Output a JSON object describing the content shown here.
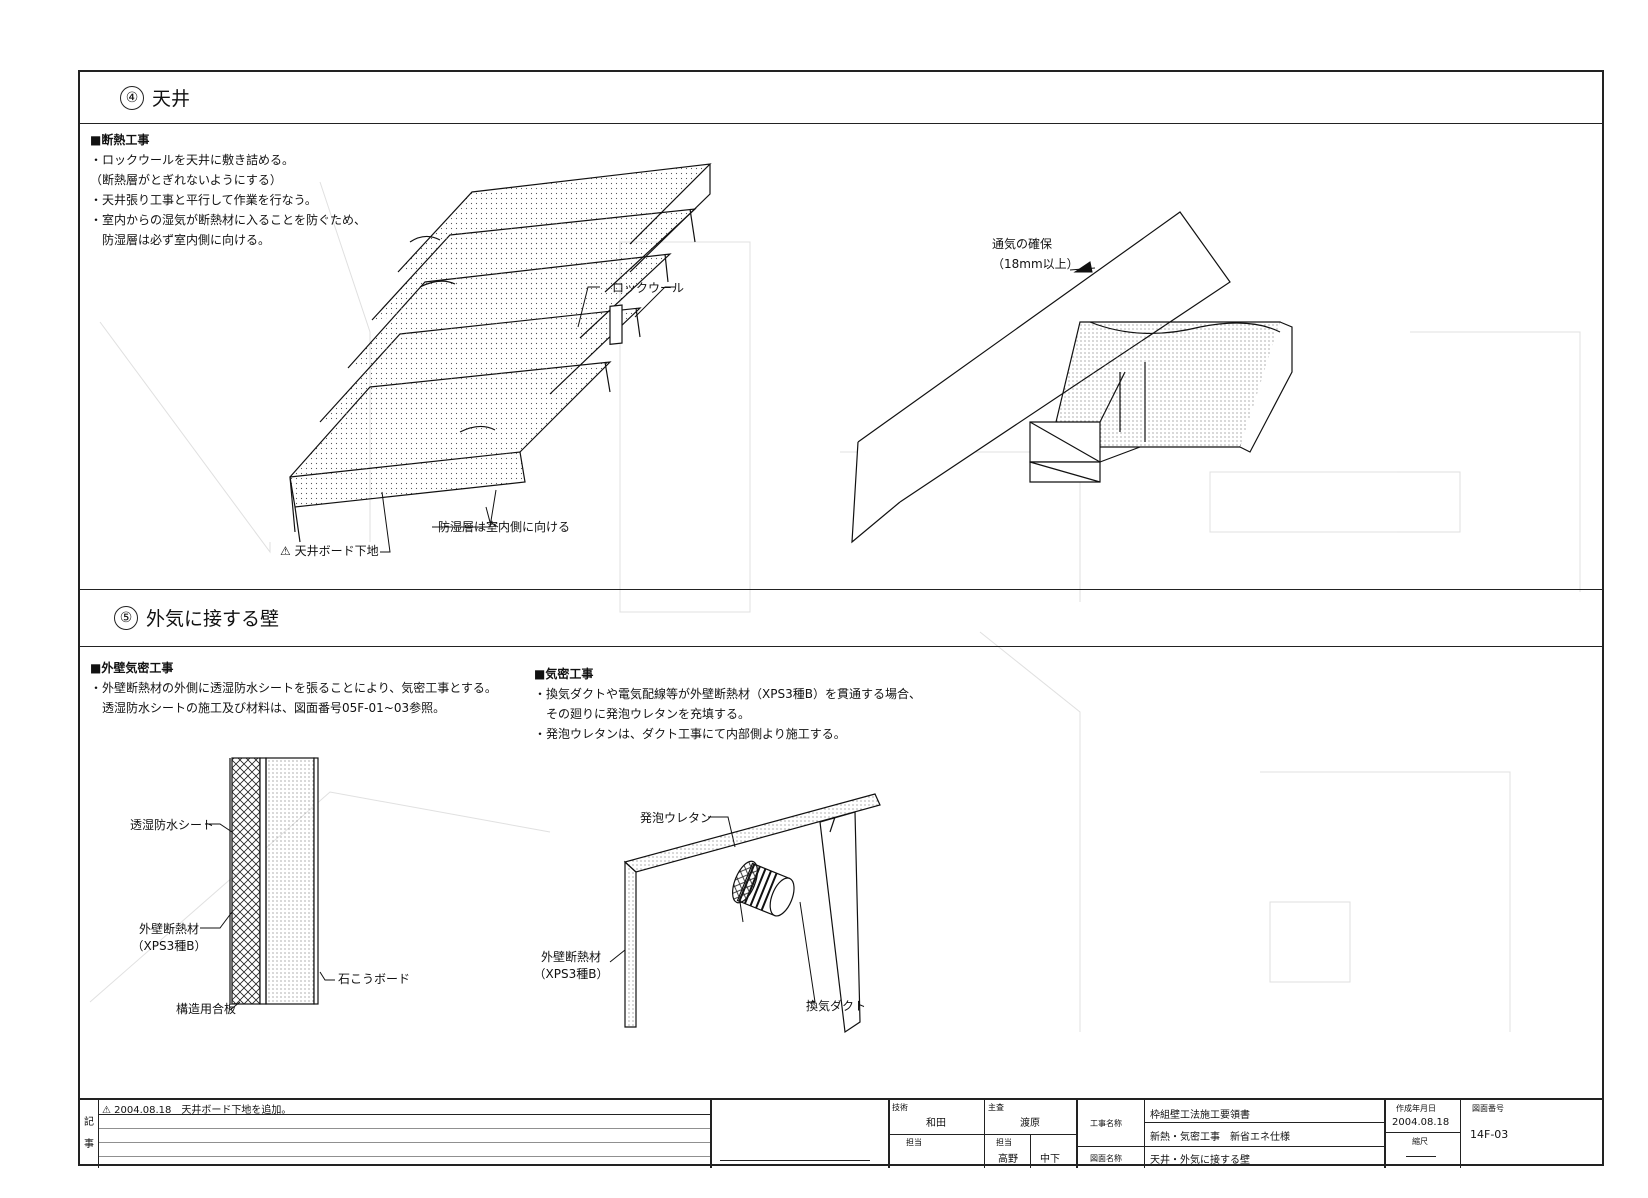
{
  "sections": {
    "ceiling": {
      "number": "④",
      "title": "天井",
      "heading": "■断熱工事",
      "notes": [
        "・ロックウールを天井に敷き詰める。",
        "（断熱層がとぎれないようにする）",
        "・天井張り工事と平行して作業を行なう。",
        "・室内からの湿気が断熱材に入ることを防ぐため、",
        "　防湿層は必ず室内側に向ける。"
      ],
      "labels": {
        "rockwool": "ロックウール",
        "vapor_barrier": "防湿層は室内側に向ける",
        "ceiling_board_base": "天井ボード下地",
        "ventilation_1": "通気の確保",
        "ventilation_2": "（18mm以上）"
      },
      "revision_mark": "⚠"
    },
    "exterior_wall": {
      "number": "⑤",
      "title": "外気に接する壁",
      "heading_left": "■外壁気密工事",
      "notes_left": [
        "・外壁断熱材の外側に透湿防水シートを張ることにより、気密工事とする。",
        "　透湿防水シートの施工及び材料は、図面番号05F-01~03参照。"
      ],
      "heading_right": "■気密工事",
      "notes_right": [
        "・換気ダクトや電気配線等が外壁断熱材（XPS3種B）を貫通する場合、",
        "　その廻りに発泡ウレタンを充填する。",
        "・発泡ウレタンは、ダクト工事にて内部側より施工する。"
      ],
      "labels": {
        "breathable_sheet": "透湿防水シート",
        "wall_insulation_1": "外壁断熱材",
        "wall_insulation_2": "（XPS3種B）",
        "gypsum_board": "石こうボード",
        "structural_plywood": "構造用合板",
        "foam_urethane": "発泡ウレタン",
        "wall_insulation_r1": "外壁断熱材",
        "wall_insulation_r2": "（XPS3種B）",
        "vent_duct": "換気ダクト"
      }
    }
  },
  "title_block": {
    "revision_label_1": "記",
    "revision_label_2": "事",
    "revision_entry": "⚠ 2004.08.18　天井ボード下地を追加。",
    "role_1": "技術",
    "person_1": "和田",
    "role_2": "主査",
    "person_2": "渡原",
    "role_3": "担当",
    "role_4": "担当",
    "person_3": "高野",
    "person_4": "中下",
    "project_label": "工事名称",
    "project_name_1": "枠組壁工法施工要領書",
    "project_name_2": "新熱・気密工事　新省エネ仕様",
    "drawing_label": "図面名称",
    "drawing_name": "天井・外気に接する壁",
    "date_label": "作成年月日",
    "date": "2004.08.18",
    "scale_label": "縮尺",
    "number_label": "図面番号",
    "number": "14F-03"
  }
}
